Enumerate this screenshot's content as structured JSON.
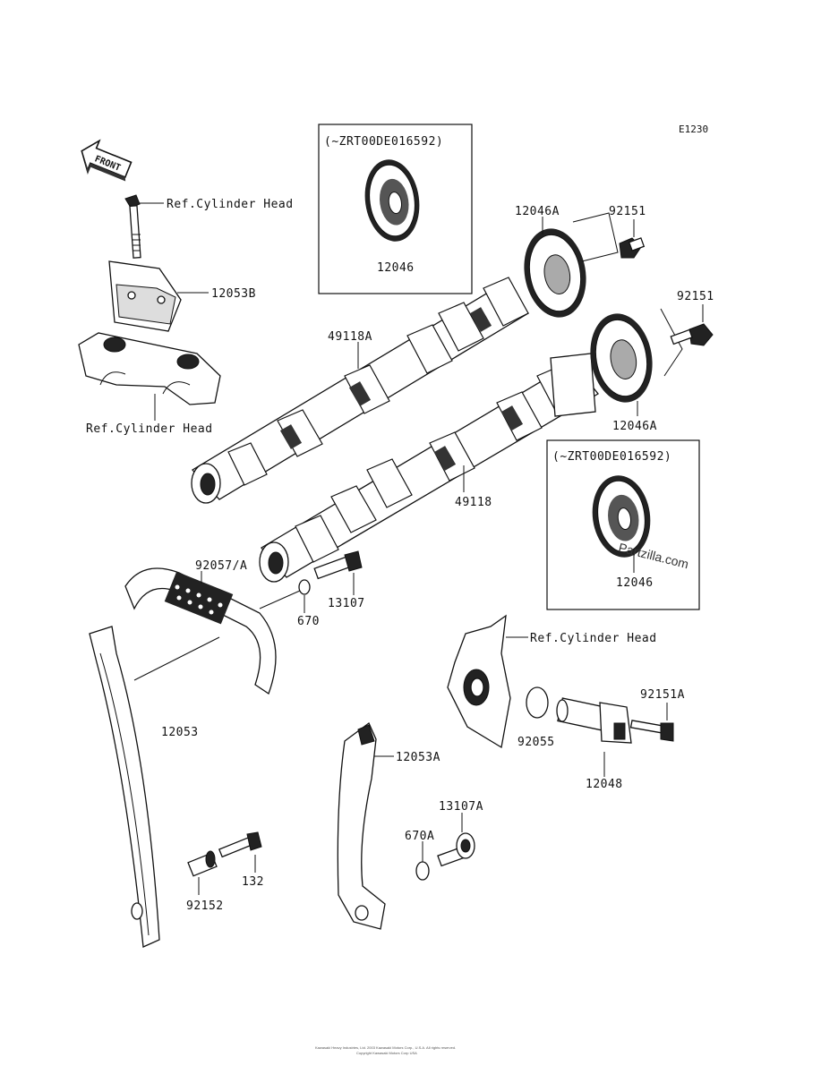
{
  "diagram": {
    "code": "E1230",
    "labels": {
      "ref_cyl_head_1": "Ref.Cylinder Head",
      "ref_cyl_head_2": "Ref.Cylinder Head",
      "ref_cyl_head_3": "Ref.Cylinder Head",
      "p12053B": "12053B",
      "p49118A": "49118A",
      "p49118": "49118",
      "p12046A_top": "12046A",
      "p12046A_bottom": "12046A",
      "p92151_top": "92151",
      "p92151_mid": "92151",
      "p92057A": "92057/A",
      "p670": "670",
      "p13107": "13107",
      "p12053": "12053",
      "p12053A": "12053A",
      "p670A": "670A",
      "p13107A": "13107A",
      "p132": "132",
      "p92152": "92152",
      "p92055": "92055",
      "p12048": "12048",
      "p92151A": "92151A"
    },
    "inset_top": {
      "condition": "(~ZRT00DE016592)",
      "part": "12046"
    },
    "inset_bottom": {
      "condition": "(~ZRT00DE016592)",
      "part": "12046"
    },
    "front_arrow": "FRONT",
    "watermark": "Partzilla.com",
    "footer_line1": "Kawasaki Heavy Industries, Ltd. 2003 Kawasaki Motors Corp., U.S.A. All rights reserved.",
    "footer_line2": "Copyright Kawasaki Motors Corp USA"
  }
}
